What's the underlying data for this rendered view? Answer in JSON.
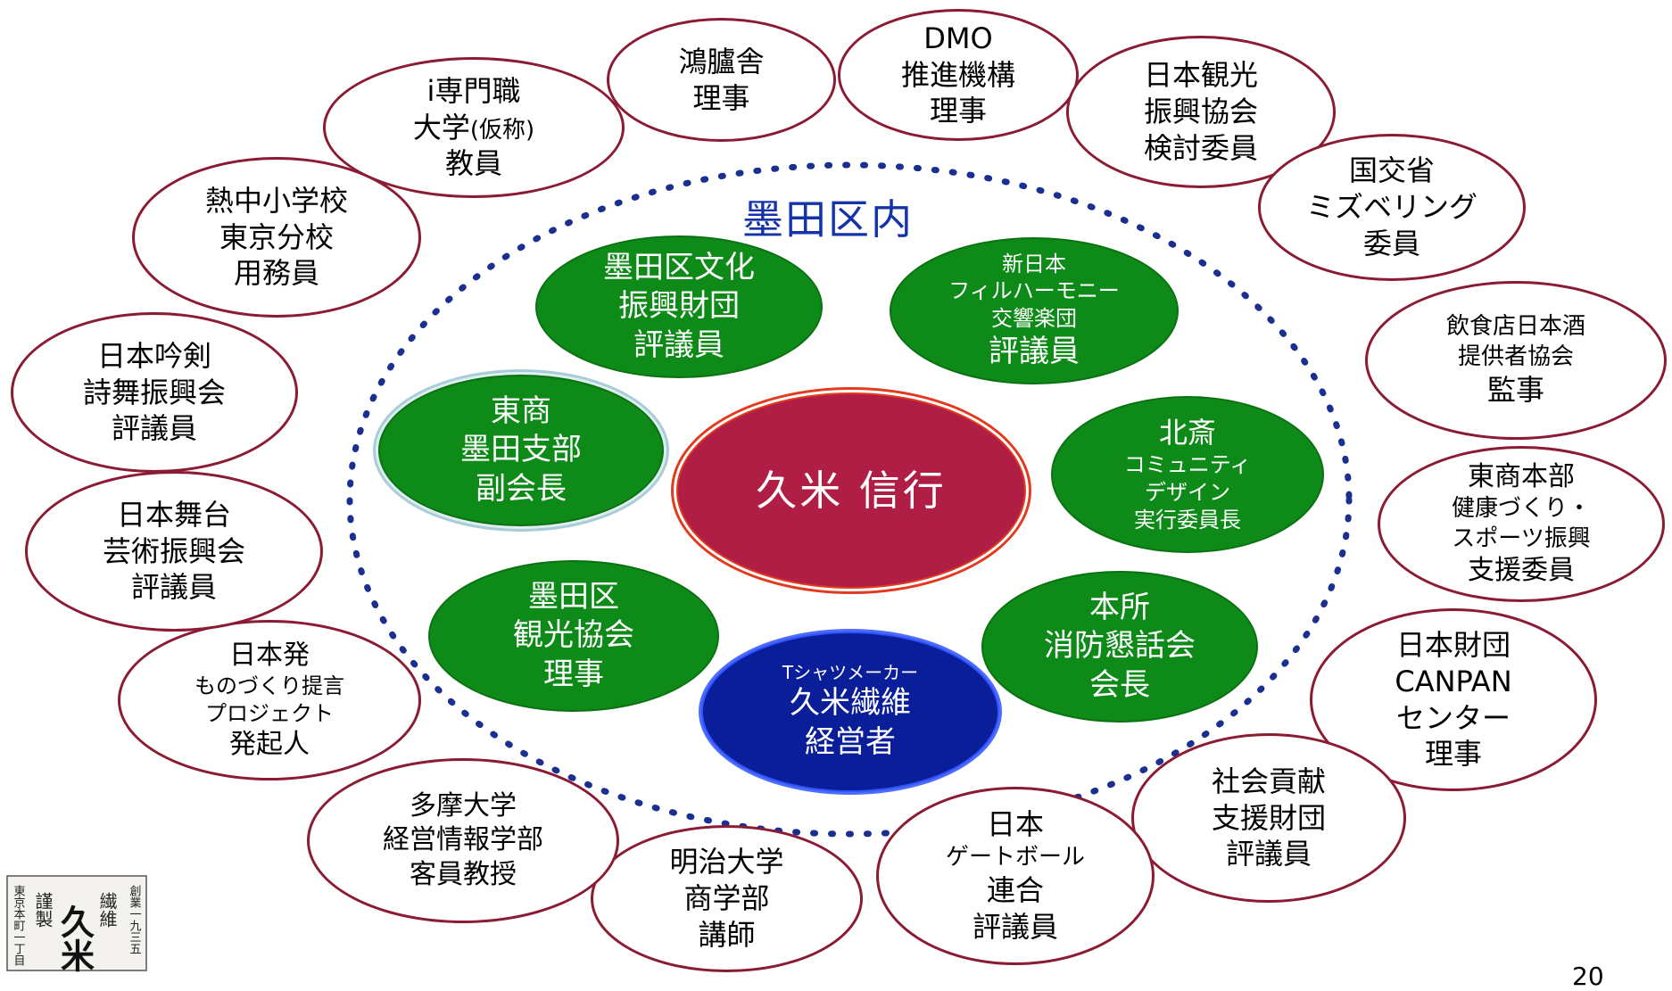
{
  "diagram": {
    "center": {
      "lines": [
        "久米 信行"
      ]
    },
    "region_label": "墨田区内",
    "inner": [
      {
        "lines": [
          "墨田区文化",
          "振興財団",
          "評議員"
        ]
      },
      {
        "lines": [
          "新日本",
          "フィルハーモニー",
          "交響楽団",
          "評議員"
        ]
      },
      {
        "lines": [
          "東商",
          "墨田支部",
          "副会長"
        ]
      },
      {
        "lines": [
          "北斎",
          "コミュニティ",
          "デザイン",
          "実行委員長"
        ]
      },
      {
        "lines": [
          "墨田区",
          "観光協会",
          "理事"
        ]
      },
      {
        "lines": [
          "本所",
          "消防懇話会",
          "会長"
        ]
      },
      {
        "lines": [
          "Tシャツメーカー",
          "久米繊維",
          "経営者"
        ]
      }
    ],
    "outer": [
      {
        "lines": [
          "鴻臚舎",
          "理事"
        ]
      },
      {
        "lines": [
          "DMO",
          "推進機構",
          "理事"
        ]
      },
      {
        "lines": [
          "日本観光",
          "振興協会",
          "検討委員"
        ]
      },
      {
        "lines": [
          "国交省",
          "ミズベリング",
          "委員"
        ]
      },
      {
        "lines": [
          "飲食店日本酒",
          "提供者協会",
          "監事"
        ]
      },
      {
        "lines": [
          "東商本部",
          "健康づくり・",
          "スポーツ振興",
          "支援委員"
        ]
      },
      {
        "lines": [
          "日本財団",
          "CANPAN",
          "センター",
          "理事"
        ]
      },
      {
        "lines": [
          "社会貢献",
          "支援財団",
          "評議員"
        ]
      },
      {
        "lines": [
          "日本",
          "ゲートボール",
          "連合",
          "評議員"
        ]
      },
      {
        "lines": [
          "明治大学",
          "商学部",
          "講師"
        ]
      },
      {
        "lines": [
          "多摩大学",
          "経営情報学部",
          "客員教授"
        ]
      },
      {
        "lines": [
          "日本発",
          "ものづくり提言",
          "プロジェクト",
          "発起人"
        ]
      },
      {
        "lines": [
          "日本舞台",
          "芸術振興会",
          "評議員"
        ]
      },
      {
        "lines": [
          "日本吟剣",
          "詩舞振興会",
          "評議員"
        ]
      },
      {
        "lines": [
          "熱中小学校",
          "東京分校",
          "用務員"
        ]
      },
      {
        "lines": [
          "i専門職",
          "大学",
          "(仮称)",
          "教員"
        ]
      }
    ],
    "logo_text": [
      "東京本町一丁目",
      "謹製",
      "久米",
      "繊維",
      "創業一九三五"
    ],
    "page_number": "20"
  },
  "colors": {
    "outer_border": "#8b1a33",
    "inner_green": "#0d8a17",
    "center_fill": "#b01e45",
    "center_ring": "#e23a1f",
    "navy_fill": "#0b1e9a",
    "dotted_ring": "#1a2f8f",
    "region_label": "#1533a8"
  }
}
